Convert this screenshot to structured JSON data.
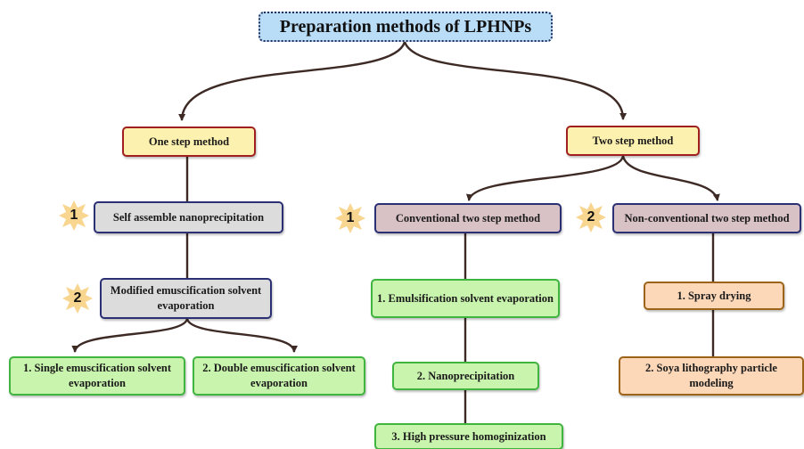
{
  "title": "Preparation methods of LPHNPs",
  "one_step": {
    "label": "One step method",
    "m1": {
      "badge": "1",
      "label": "Self assemble nanoprecipitation"
    },
    "m2": {
      "badge": "2",
      "label": "Modified emuscification solvent evaporation"
    },
    "s1": "1. Single emuscification solvent evaporation",
    "s2": "2. Double emuscification solvent evaporation"
  },
  "two_step": {
    "label": "Two step method",
    "conv": {
      "badge": "1",
      "label": "Conventional two step method",
      "items": [
        "1. Emulsification solvent evaporation",
        "2. Nanoprecipitation",
        "3. High pressure homoginization"
      ]
    },
    "nonconv": {
      "badge": "2",
      "label": "Non-conventional two step method",
      "items": [
        "1. Spray drying",
        "2. Soya lithography particle modeling"
      ]
    }
  },
  "colors": {
    "title_fill": "#b9dcf7",
    "method_fill": "#fdf1b0",
    "method_border": "#a01f1f",
    "submethod_border": "#2b2f74",
    "green_fill": "#c9f4ad",
    "green_border": "#3fb43f",
    "orange_fill": "#fcd7b8",
    "orange_border": "#9d6419",
    "badge_fill": "#f8d690",
    "connector": "#3d2a25"
  }
}
